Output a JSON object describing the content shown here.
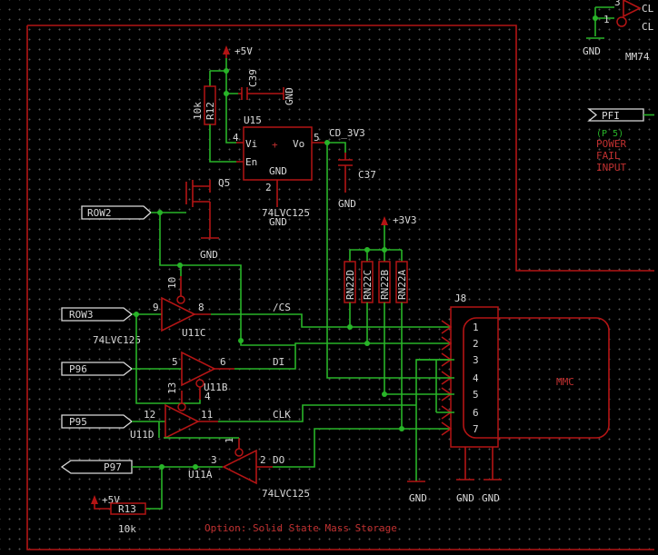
{
  "top_right": {
    "pin3": "3",
    "pin1": "1",
    "label_cl1": "CL",
    "label_cl2": "CL",
    "gnd": "GND",
    "part": "MM74"
  },
  "pfi": {
    "port": "PFI",
    "page": "(P 5)",
    "note1": "POWER",
    "note2": "FAIL",
    "note3": "INPUT"
  },
  "power": {
    "plus5v": "+5V",
    "plus3v3": "+3V3",
    "plus5v_b": "+5V"
  },
  "c39": {
    "ref": "C39",
    "gnd": "GND"
  },
  "r12": {
    "ref": "R12",
    "value": "10k"
  },
  "u15": {
    "ref": "U15",
    "vi": "Vi",
    "vo": "Vo",
    "en": "En",
    "gnd": "GND",
    "pin4": "4",
    "pin5": "5",
    "pin2": "2",
    "part": "74LVC125",
    "gnd2": "GND",
    "plus": "+"
  },
  "cd3v3": "CD_3V3",
  "c37": {
    "ref": "C37",
    "gnd": "GND"
  },
  "q5": {
    "ref": "Q5",
    "gnd": "GND"
  },
  "ports": {
    "row2": "ROW2",
    "row3": "ROW3",
    "p96": "P96",
    "p95": "P95",
    "p97": "P97"
  },
  "rn22": [
    "RN22D",
    "RN22C",
    "RN22B",
    "RN22A"
  ],
  "u11": {
    "c": {
      "ref": "U11C",
      "in": "9",
      "out": "8",
      "en": "10"
    },
    "b": {
      "ref": "U11B",
      "in": "5",
      "out": "6",
      "en": "4"
    },
    "d": {
      "ref": "U11D",
      "in": "12",
      "out": "11",
      "en": "13"
    },
    "a": {
      "ref": "U11A",
      "in": "3",
      "out": "2",
      "en": "1"
    },
    "part1": "74LVC125",
    "part2": "74LVC125"
  },
  "signals": {
    "cs": "/CS",
    "di": "DI",
    "clk": "CLK",
    "do": "DO"
  },
  "j8": {
    "ref": "J8",
    "label": "MMC",
    "pins": [
      "1",
      "2",
      "3",
      "4",
      "5",
      "6",
      "7"
    ],
    "gnd": "GND",
    "gnd2": "GND",
    "gnd3": "GND"
  },
  "r13": {
    "ref": "R13",
    "value": "10k"
  },
  "option": "Option: Solid State Mass Storage",
  "colors": {
    "wire": "#28b428",
    "part": "#b31414",
    "text": "#d9d9d9",
    "background": "#000000"
  }
}
